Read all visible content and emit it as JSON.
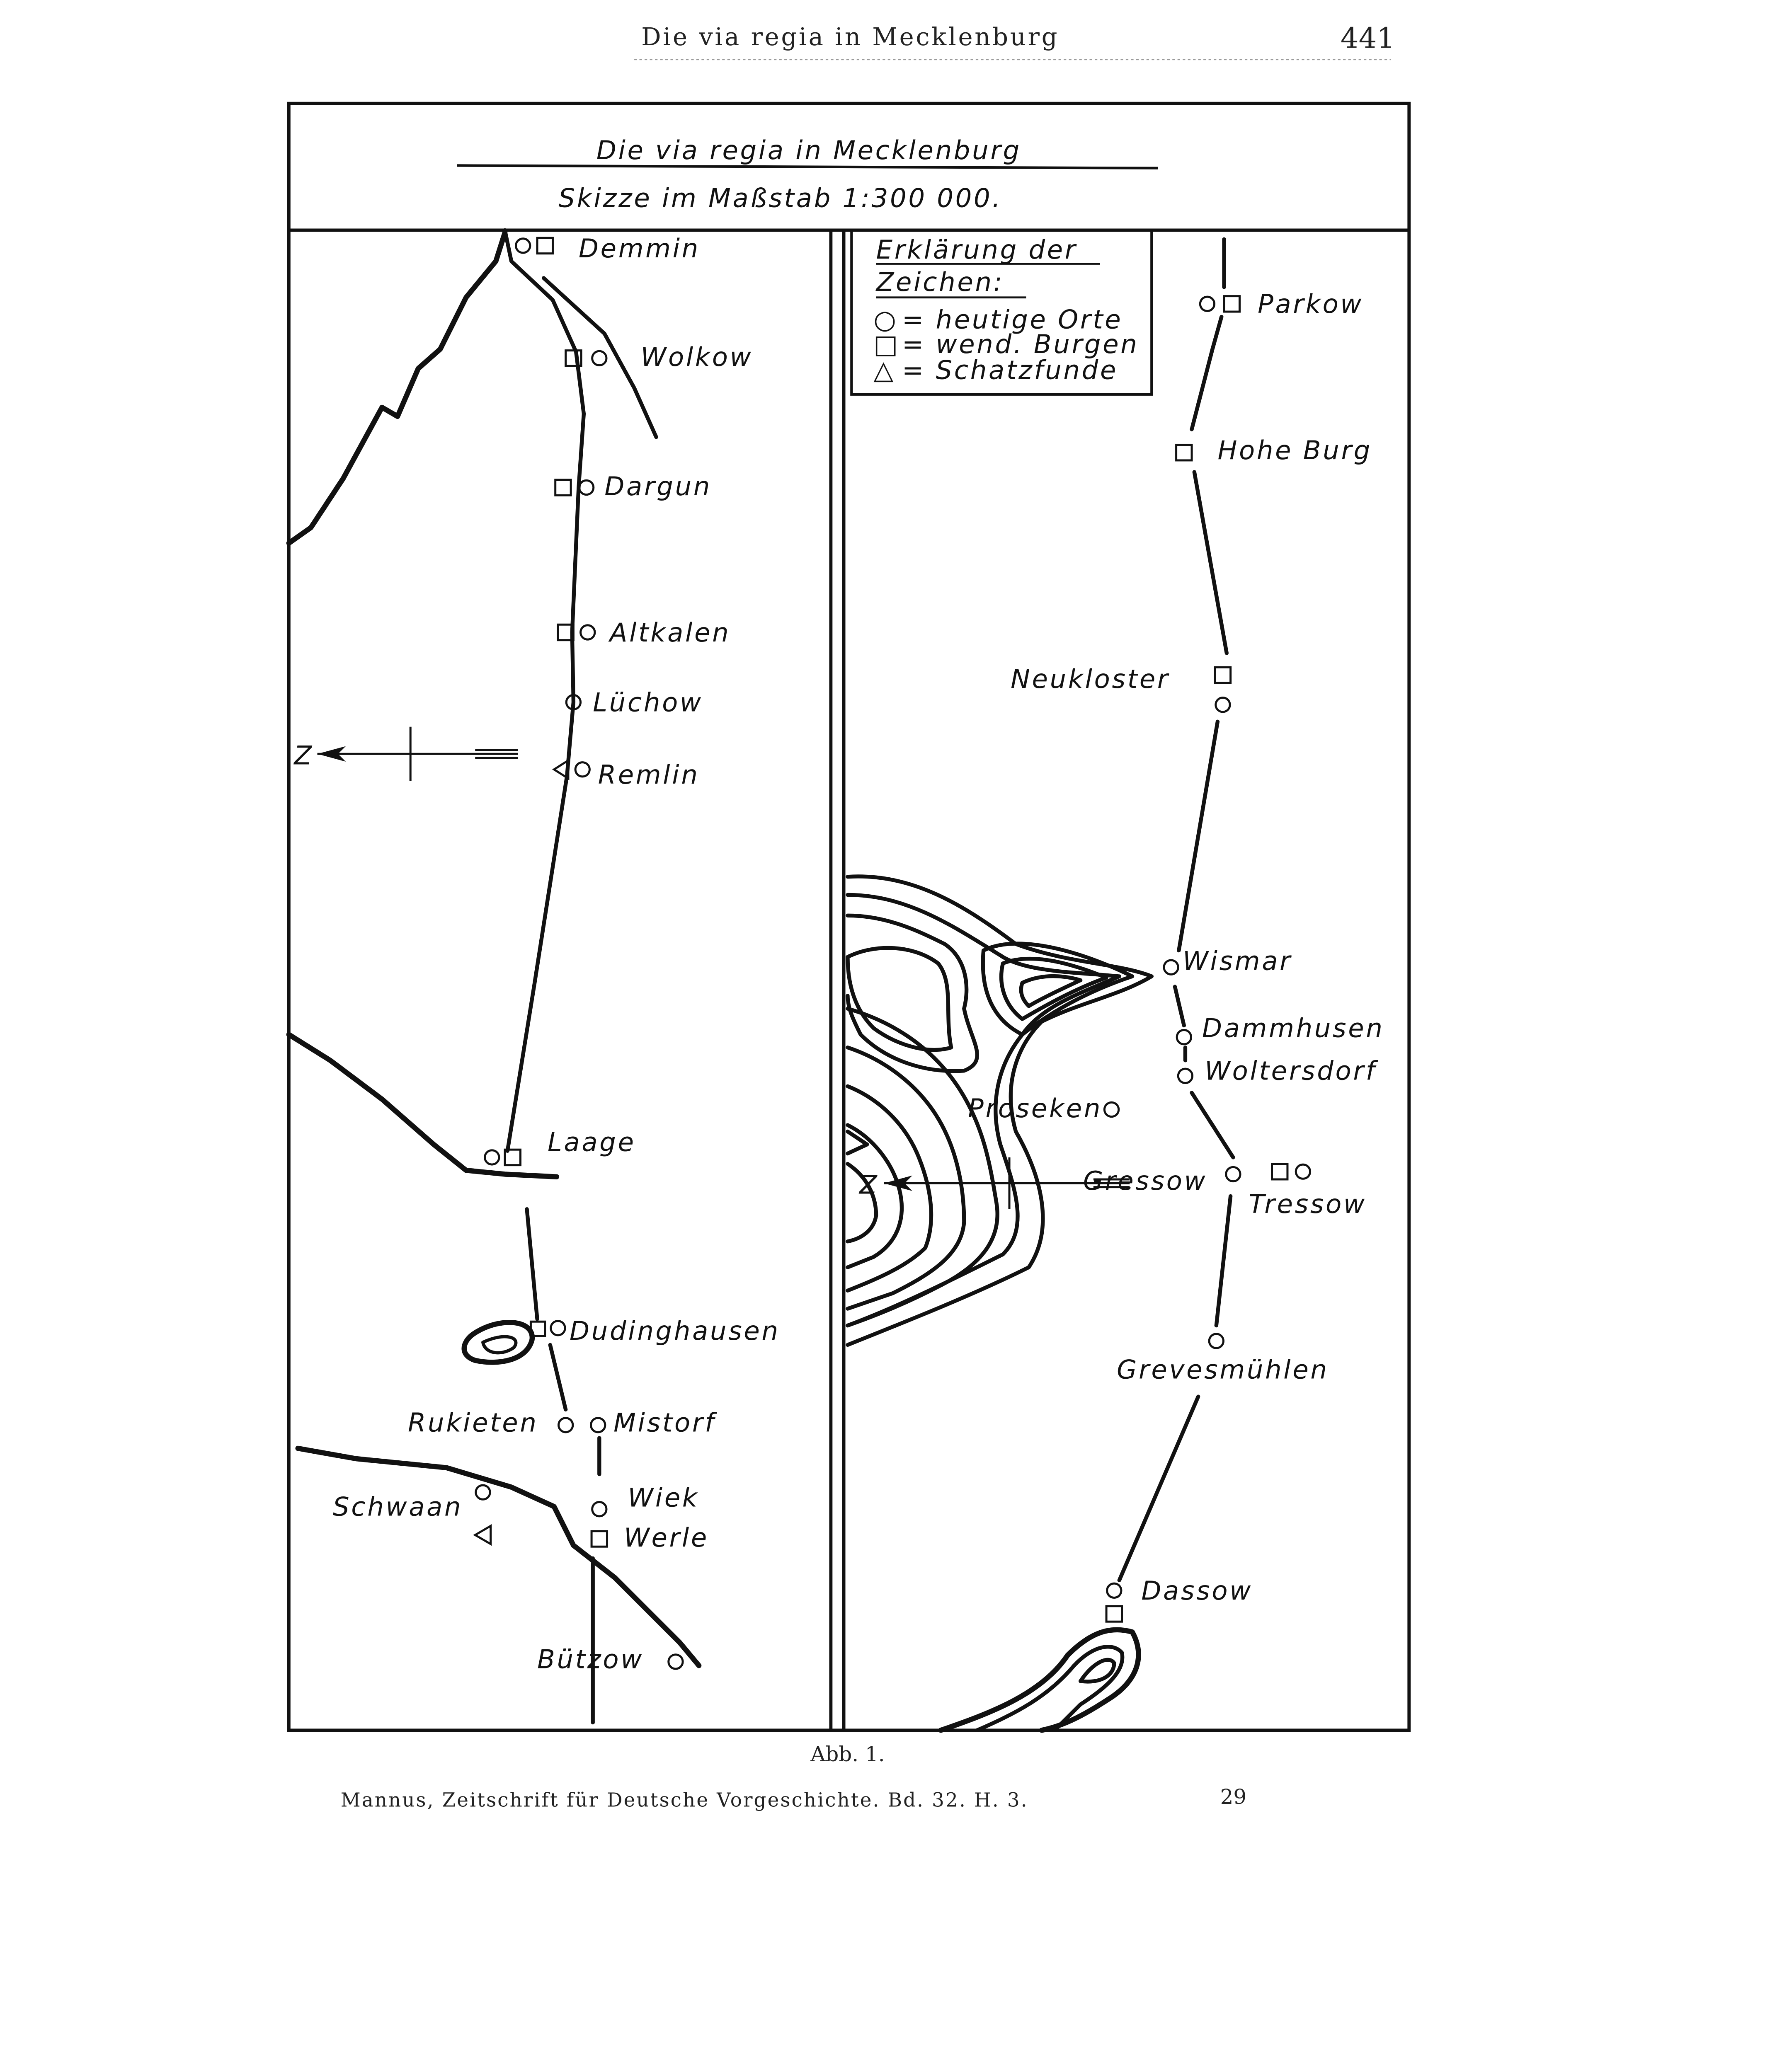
{
  "header": {
    "running_title": "Die via regia in Mecklenburg",
    "page_number": "441"
  },
  "map": {
    "title": "Die via regia in Mecklenburg",
    "subtitle": "Skizze im Maßstab 1:300 000.",
    "legend": {
      "heading_1": "Erklärung der",
      "heading_2": "Zeichen:",
      "items": [
        {
          "symbol": "○",
          "text": "= heutige Orte"
        },
        {
          "symbol": "□",
          "text": "= wend. Burgen"
        },
        {
          "symbol": "△",
          "text": "= Schatzfunde"
        }
      ]
    },
    "north_label": "Z",
    "left_places": [
      "Demmin",
      "Wolkow",
      "Dargun",
      "Altkalen",
      "Lüchow",
      "Remlin",
      "Laage",
      "Dudinghausen",
      "Rukieten",
      "Mistorf",
      "Schwaan",
      "Wiek",
      "Werle",
      "Bützow"
    ],
    "right_places": [
      "Parkow",
      "Hohe Burg",
      "Neukloster",
      "Wismar",
      "Dammhusen",
      "Woltersdorf",
      "Proseken",
      "Gressow",
      "Tressow",
      "Grevesmühlen",
      "Dassow"
    ]
  },
  "footer": {
    "caption": "Abb. 1.",
    "journal": "Mannus, Zeitschrift für Deutsche Vorgeschichte. Bd. 32. H. 3.",
    "signature": "29"
  }
}
